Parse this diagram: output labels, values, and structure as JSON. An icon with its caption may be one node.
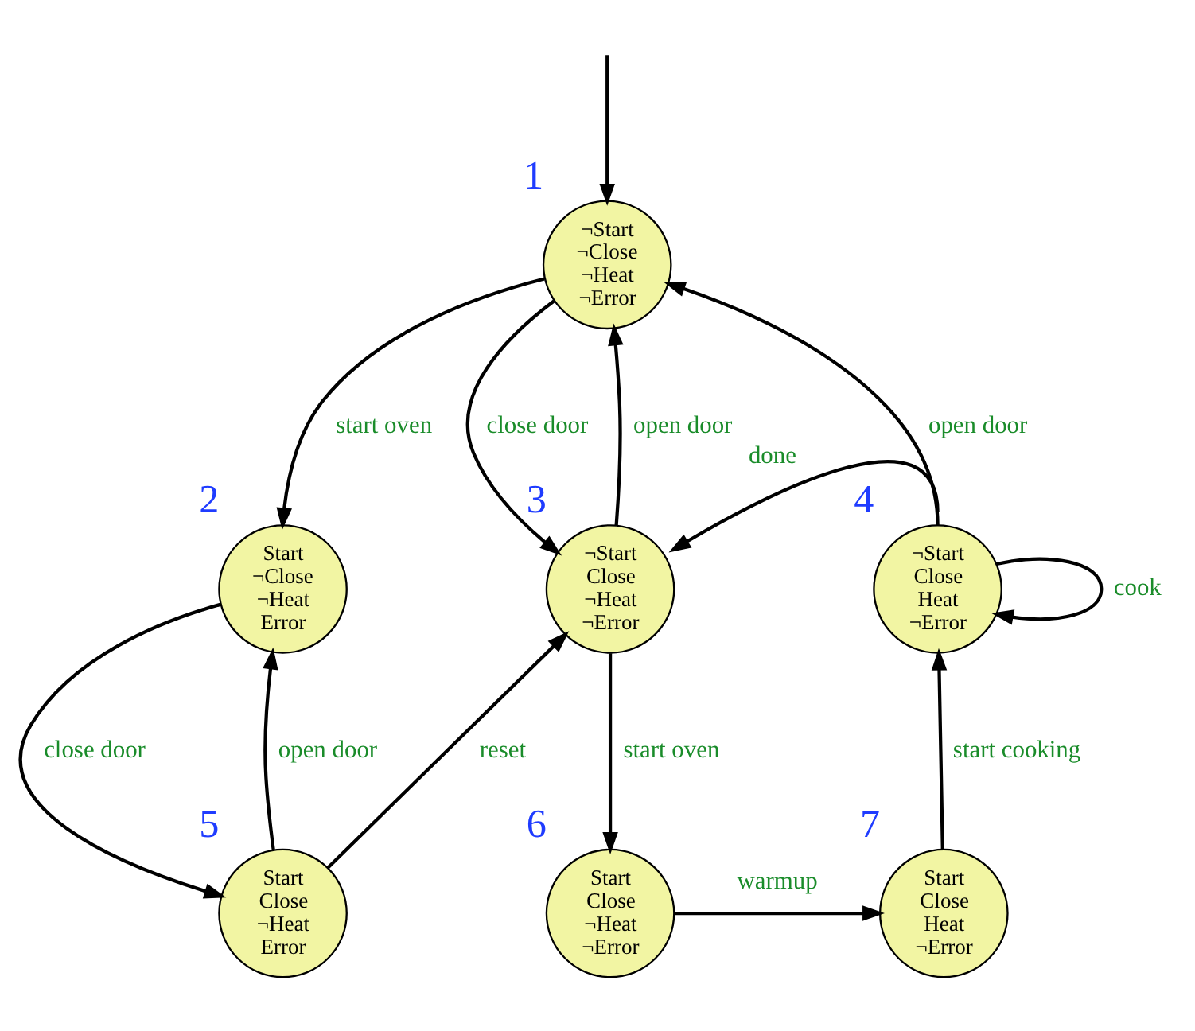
{
  "diagram": {
    "nodes": [
      {
        "text": [
          "¬Start",
          "¬Close",
          "¬Heat",
          "¬Error"
        ],
        "beside": [
          "1"
        ]
      },
      {
        "text": [
          "Start",
          "¬Close",
          "¬Heat",
          "Error"
        ],
        "beside": [
          "2"
        ]
      },
      {
        "text": [
          "¬Start",
          "Close",
          "¬Heat",
          "¬Error"
        ],
        "beside": [
          "3"
        ]
      },
      {
        "text": [
          "¬Start",
          "Close",
          "Heat",
          "¬Error"
        ],
        "beside": [
          "4"
        ]
      },
      {
        "text": [
          "Start",
          "Close",
          "¬Heat",
          "Error"
        ],
        "beside": [
          "5"
        ]
      },
      {
        "text": [
          "Start",
          "Close",
          "¬Heat",
          "¬Error"
        ],
        "beside": [
          "6"
        ]
      },
      {
        "text": [
          "Start",
          "Close",
          "Heat",
          "¬Error"
        ],
        "beside": [
          "7"
        ]
      }
    ],
    "edges": [
      {
        "from": null,
        "to": 0,
        "arrow": "to"
      },
      {
        "from": 0,
        "to": 1,
        "arrow": "to",
        "label": "start oven"
      },
      {
        "from": 0,
        "to": 2,
        "arrow": "to",
        "label": "close door"
      },
      {
        "from": 2,
        "to": 0,
        "arrow": "to",
        "label": "open door"
      },
      {
        "from": 3,
        "to": 0,
        "arrow": "to",
        "label": "open door"
      },
      {
        "from": 3,
        "to": 2,
        "arrow": "to",
        "label": "done"
      },
      {
        "from": 3,
        "to": 3,
        "arrow": "to",
        "label": "cook"
      },
      {
        "from": 1,
        "to": 4,
        "arrow": "to",
        "label": "close door"
      },
      {
        "from": 4,
        "to": 1,
        "arrow": "to",
        "label": "open door"
      },
      {
        "from": 4,
        "to": 2,
        "arrow": "to",
        "label": "reset"
      },
      {
        "from": 2,
        "to": 5,
        "arrow": "to",
        "label": "start oven"
      },
      {
        "from": 5,
        "to": 6,
        "arrow": "to",
        "label": "warmup"
      },
      {
        "from": 6,
        "to": 3,
        "arrow": "to",
        "label": "start cooking"
      }
    ]
  }
}
